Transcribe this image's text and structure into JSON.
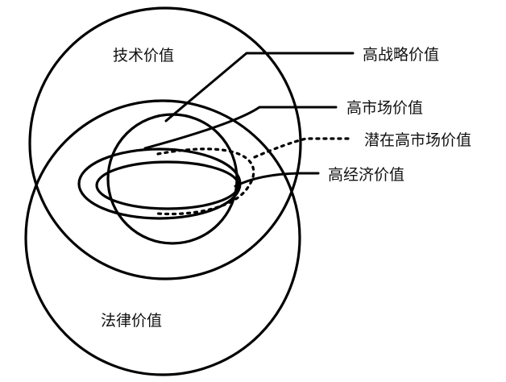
{
  "diagram": {
    "labels": {
      "technical_value": "技术价值",
      "legal_value": "法律价值",
      "high_strategic_value": "高战略价值",
      "high_market_value": "高市场价值",
      "potential_high_market_value": "潜在高市场价值",
      "high_economic_value": "高经济价值"
    }
  }
}
